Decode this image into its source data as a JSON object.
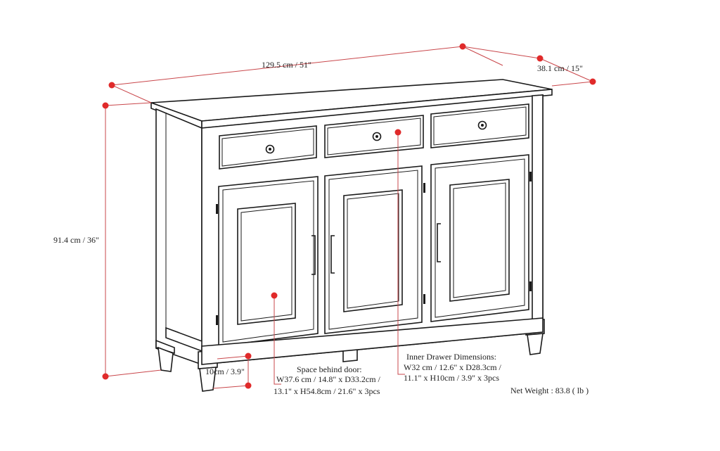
{
  "dimensions": {
    "width": "129.5 cm / 51\"",
    "depth": "38.1 cm / 15\"",
    "height": "91.4 cm / 36\"",
    "leg_clearance": "10cm / 3.9\""
  },
  "space_behind_door": {
    "title": "Space behind door:",
    "line1": "W37.6 cm / 14.8\" x D33.2cm /",
    "line2": "13.1\" x H54.8cm / 21.6\" x 3pcs"
  },
  "inner_drawer": {
    "title": "Inner Drawer Dimensions:",
    "line1": "W32 cm / 12.6\" x D28.3cm /",
    "line2": "11.1\" x H10cm / 3.9\" x 3pcs"
  },
  "net_weight": "Net Weight : 83.8 ( lb )",
  "colors": {
    "dimension_line": "#c9474b",
    "dimension_dot": "#e02a2a",
    "outline": "#1a1a1a"
  }
}
